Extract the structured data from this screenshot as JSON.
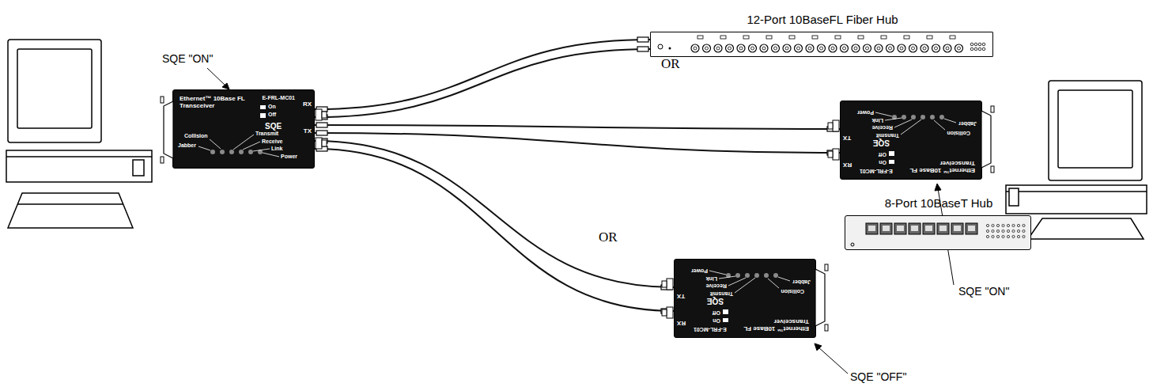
{
  "diagram": {
    "nodes": [
      {
        "text": [
          "Ethernet™ 10Base FL Transceiver",
          "E-FRL-MC01",
          "SQE",
          "On",
          "Off",
          "RX",
          "TX",
          "Collision",
          "Jabber",
          "Transmit",
          "Receive",
          "Link",
          "Power"
        ]
      },
      {
        "text": [
          "12-Port 10BaseFL Fiber Hub"
        ]
      },
      {
        "text": [
          "Ethernet™ 10Base FL Transceiver",
          "E-FRL-MC01",
          "SQE",
          "On",
          "Off",
          "RX",
          "TX",
          "Collision",
          "Jabber",
          "Transmit",
          "Receive",
          "Link",
          "Power"
        ]
      },
      {
        "text": [
          "Ethernet™ 10Base FL Transceiver",
          "E-FRL-MC01",
          "SQE",
          "On",
          "Off",
          "RX",
          "TX",
          "Collision",
          "Jabber",
          "Transmit",
          "Receive",
          "Link",
          "Power"
        ]
      },
      {
        "text": [
          "8-Port 10BaseT Hub"
        ]
      }
    ],
    "edges": [
      {
        "from": 0,
        "to": 1,
        "arrow": "none"
      },
      {
        "from": 0,
        "to": 2,
        "arrow": "none"
      },
      {
        "from": 0,
        "to": 3,
        "arrow": "none"
      }
    ],
    "labels": [
      "SQE \"ON\"",
      "OR",
      "OR",
      "SQE \"ON\"",
      "SQE \"OFF\""
    ]
  }
}
